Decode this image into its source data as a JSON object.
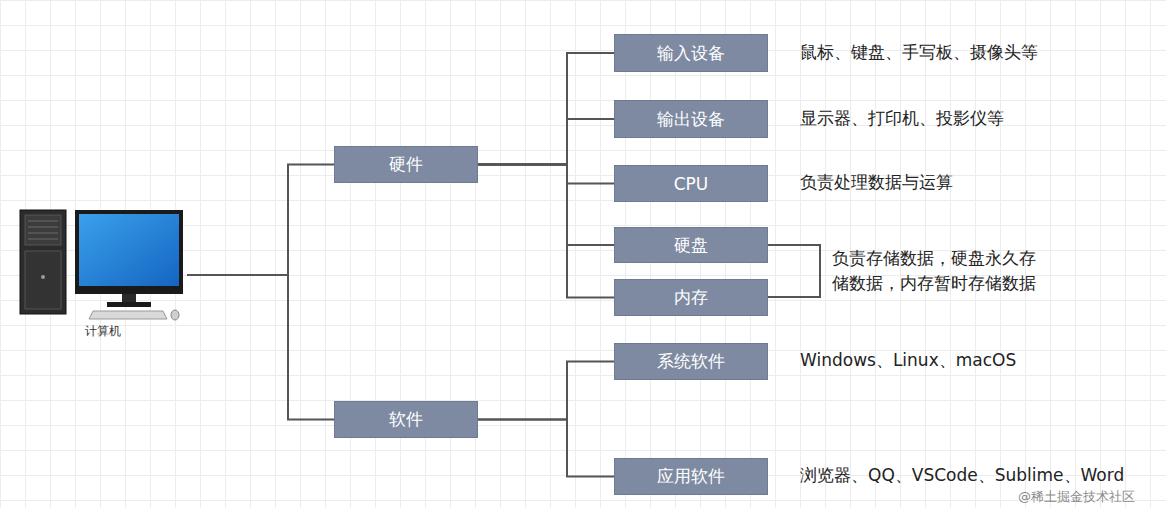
{
  "diagram": {
    "nodes": [
      {
        "text": [
          "计算机"
        ]
      },
      {
        "text": [
          "硬件"
        ]
      },
      {
        "text": [
          "输入设备"
        ]
      },
      {
        "text": [
          "输出设备"
        ]
      },
      {
        "text": [
          "CPU"
        ]
      },
      {
        "text": [
          "硬盘"
        ]
      },
      {
        "text": [
          "内存"
        ]
      },
      {
        "text": [
          "软件"
        ]
      },
      {
        "text": [
          "系统软件"
        ]
      },
      {
        "text": [
          "应用软件"
        ]
      }
    ],
    "edges": [
      {
        "from": 0,
        "to": 1,
        "arrow": "none"
      },
      {
        "from": 0,
        "to": 7,
        "arrow": "none"
      },
      {
        "from": 1,
        "to": 2,
        "arrow": "none"
      },
      {
        "from": 1,
        "to": 3,
        "arrow": "none"
      },
      {
        "from": 1,
        "to": 4,
        "arrow": "none"
      },
      {
        "from": 1,
        "to": 5,
        "arrow": "none"
      },
      {
        "from": 1,
        "to": 6,
        "arrow": "none"
      },
      {
        "from": 7,
        "to": 8,
        "arrow": "none"
      },
      {
        "from": 7,
        "to": 9,
        "arrow": "none"
      }
    ],
    "labels": [
      "鼠标、键盘、手写板、摄像头等",
      "显示器、打印机、投影仪等",
      "负责处理数据与运算",
      "负责存储数据，硬盘永久存储数据，内存暂时存储数据",
      "Windows、Linux、macOS",
      "浏览器、QQ、VSCode、Sublime、Word",
      "@稀土掘金技术社区"
    ]
  }
}
